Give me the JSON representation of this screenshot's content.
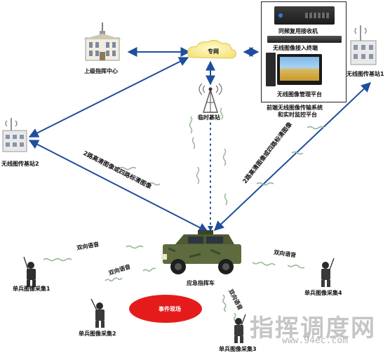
{
  "nodes": {
    "upper_command_center": "上级指挥中心",
    "private_network": "专网",
    "temporary_base_station": "临时基站",
    "base_station_2": "无线图传基站2",
    "base_station_1": "无线图传基站1",
    "emergency_vehicle": "应急指挥车",
    "event_site": "事件现场",
    "soldier_1": "单兵图像采集1",
    "soldier_2": "单兵图像采集2",
    "soldier_3": "单兵图像采集3",
    "soldier_4": "单兵图像采集4"
  },
  "hub": {
    "receiver": "同频复用接收机",
    "access_terminal": "无线图像接入终端",
    "management_platform": "无线图像管理平台",
    "caption_line1": "前端无线图像传输系统",
    "caption_line2": "和实时监控平台"
  },
  "links": {
    "left_backhaul": "2路高清图像或四路标清图像",
    "right_backhaul": "2路高清图像或四路标清图像",
    "voice_1": "双向语音",
    "voice_2": "双向语音",
    "voice_3": "双向语音",
    "voice_4": "双向语音"
  },
  "watermark": {
    "text": "指挥调度网",
    "url": "www.94ec.com"
  },
  "colors": {
    "link_blue": "#1f4e9c",
    "event_red": "#e51b1b",
    "radio_wave_green": "#9bb89a",
    "cloud_yellow": "#fff3a0"
  }
}
